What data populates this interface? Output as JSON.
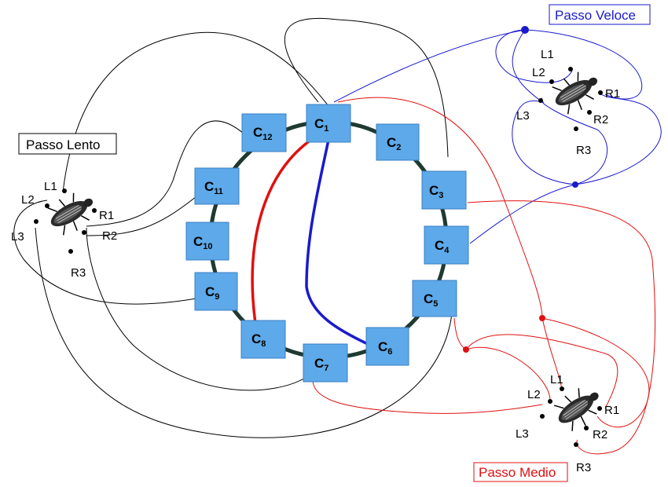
{
  "titles": {
    "slow": "Passo Lento",
    "fast": "Passo Veloce",
    "medium": "Passo Medio"
  },
  "colors": {
    "slow": "#000000",
    "fast": "#1a1acc",
    "medium": "#e01010",
    "node_fill": "#5da9e9",
    "ring": "#1e3a32"
  },
  "nodes": [
    {
      "base": "C",
      "sub": "1"
    },
    {
      "base": "C",
      "sub": "2"
    },
    {
      "base": "C",
      "sub": "3"
    },
    {
      "base": "C",
      "sub": "4"
    },
    {
      "base": "C",
      "sub": "5"
    },
    {
      "base": "C",
      "sub": "6"
    },
    {
      "base": "C",
      "sub": "7"
    },
    {
      "base": "C",
      "sub": "8"
    },
    {
      "base": "C",
      "sub": "9"
    },
    {
      "base": "C",
      "sub": "10"
    },
    {
      "base": "C",
      "sub": "11"
    },
    {
      "base": "C",
      "sub": "12"
    }
  ],
  "legs": {
    "l1": "L1",
    "l2": "L2",
    "l3": "L3",
    "r1": "R1",
    "r2": "R2",
    "r3": "R3"
  }
}
